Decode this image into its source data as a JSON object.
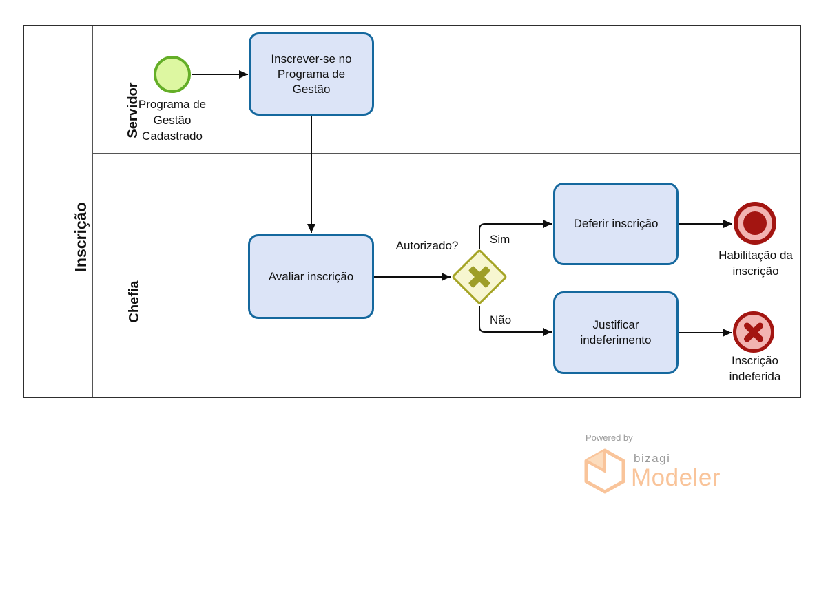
{
  "pool": {
    "label": "Inscrição"
  },
  "lanes": [
    {
      "label": "Servidor"
    },
    {
      "label": "Chefia"
    }
  ],
  "events": {
    "start": {
      "label": "Programa de Gestão Cadastrado"
    },
    "end_approved": {
      "label": "Habilitação da inscrição"
    },
    "end_rejected": {
      "label": "Inscrição indeferida"
    }
  },
  "tasks": [
    {
      "id": "inscrever",
      "label": "Inscrever-se no Programa de Gestão"
    },
    {
      "id": "avaliar",
      "label": "Avaliar inscrição"
    },
    {
      "id": "deferir",
      "label": "Deferir inscrição"
    },
    {
      "id": "justificar",
      "label": "Justificar indeferimento"
    }
  ],
  "gateway": {
    "label": "Autorizado?",
    "yes_label": "Sim",
    "no_label": "Não",
    "type": "exclusive-x"
  },
  "footer": {
    "powered_by": "Powered by",
    "brand": "bizagi",
    "product": "Modeler"
  },
  "colors": {
    "task_fill": "#dce4f7",
    "task_border": "#15689e",
    "start_fill": "#ddf7a1",
    "start_border": "#64ae27",
    "gateway_fill": "#f7f6d0",
    "gateway_border": "#a5a425",
    "gateway_marker": "#9e9e28",
    "end_red": "#a31511",
    "end_pink": "#f2b4b1",
    "flow": "#0e0e0e",
    "pool_border": "#2e2e2e",
    "lane_line": "#555555",
    "text": "#111111",
    "logo_orange": "#f9c49a",
    "logo_fold": "#fcdcbd",
    "logo_gray": "#9b9b9b"
  }
}
